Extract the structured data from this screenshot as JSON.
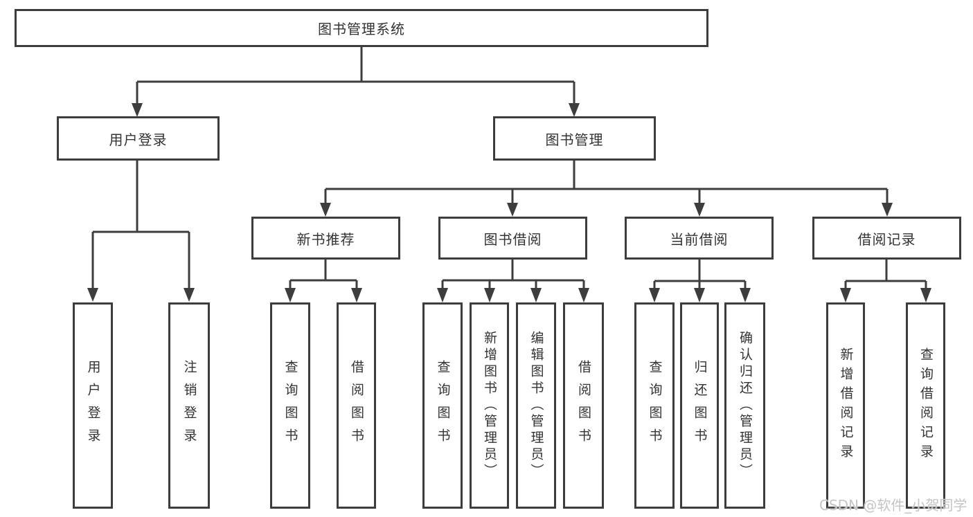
{
  "diagram_type": "hierarchy",
  "tree": {
    "label": "图书管理系统",
    "children": [
      {
        "label": "用户登录",
        "children": [
          {
            "label": "用户登录"
          },
          {
            "label": "注销登录"
          }
        ]
      },
      {
        "label": "图书管理",
        "children": [
          {
            "label": "新书推荐",
            "children": [
              {
                "label": "查询图书"
              },
              {
                "label": "借阅图书"
              }
            ]
          },
          {
            "label": "图书借阅",
            "children": [
              {
                "label": "查询图书"
              },
              {
                "label": "新增图书（管理员）"
              },
              {
                "label": "编辑图书（管理员）"
              },
              {
                "label": "借阅图书"
              }
            ]
          },
          {
            "label": "当前借阅",
            "children": [
              {
                "label": "查询图书"
              },
              {
                "label": "归还图书"
              },
              {
                "label": "确认归还（管理员）"
              }
            ]
          },
          {
            "label": "借阅记录",
            "children": [
              {
                "label": "新增借阅记录"
              },
              {
                "label": "查询借阅记录"
              }
            ]
          }
        ]
      }
    ]
  },
  "watermark": {
    "text": "CSDN @软件_小贺同学"
  },
  "colors": {
    "line": "#3d3d3d",
    "text": "#333333",
    "background": "#ffffff",
    "watermark": "#c4c4c4"
  }
}
